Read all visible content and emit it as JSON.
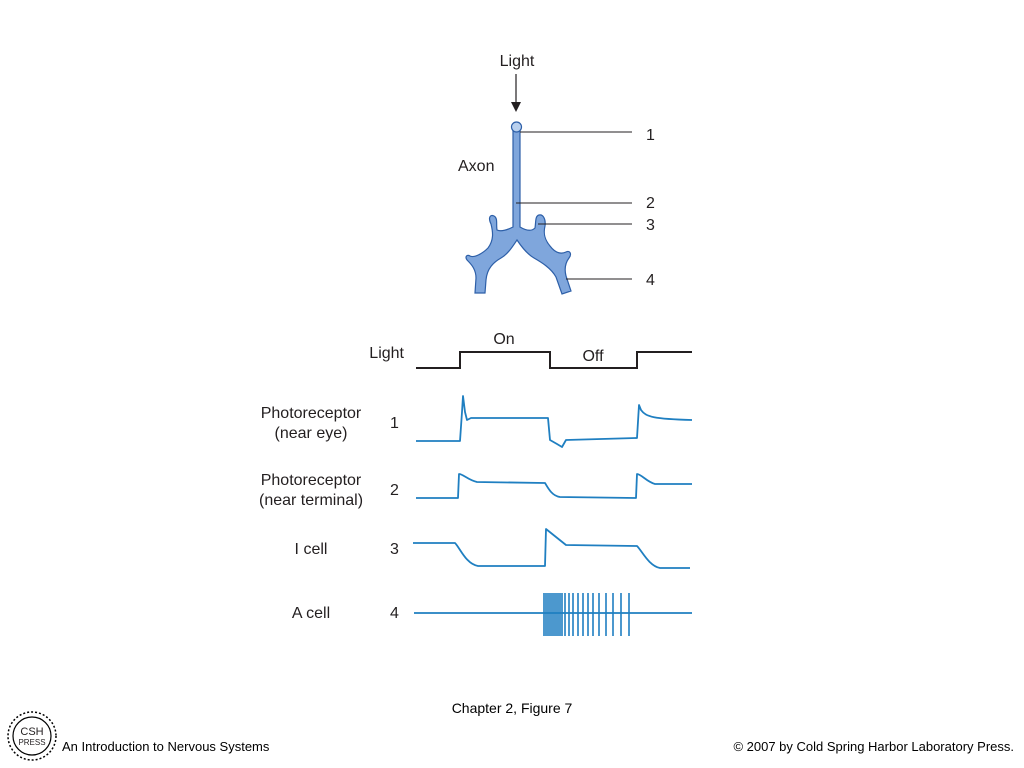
{
  "diagram": {
    "light_arrow_label": "Light",
    "axon_label": "Axon",
    "site_numbers": [
      "1",
      "2",
      "3",
      "4"
    ],
    "colors": {
      "cell_fill": "#7fa6dc",
      "cell_stroke": "#2d5fa8",
      "trace": "#1f7fc1",
      "ink": "#231f20"
    }
  },
  "traces": {
    "light_label": "Light",
    "on_label": "On",
    "off_label": "Off",
    "rows": [
      {
        "label_lines": [
          "Photoreceptor",
          "(near eye)"
        ],
        "number": "1"
      },
      {
        "label_lines": [
          "Photoreceptor",
          "(near terminal)"
        ],
        "number": "2"
      },
      {
        "label_lines": [
          "I cell"
        ],
        "number": "3"
      },
      {
        "label_lines": [
          "A cell"
        ],
        "number": "4"
      }
    ]
  },
  "caption": "Chapter 2, Figure 7",
  "footer": {
    "book_title": "An Introduction to Nervous Systems",
    "copyright": "© 2007 by Cold Spring Harbor Laboratory Press.",
    "logo_text_top": "CSH",
    "logo_text_bottom": "PRESS"
  }
}
